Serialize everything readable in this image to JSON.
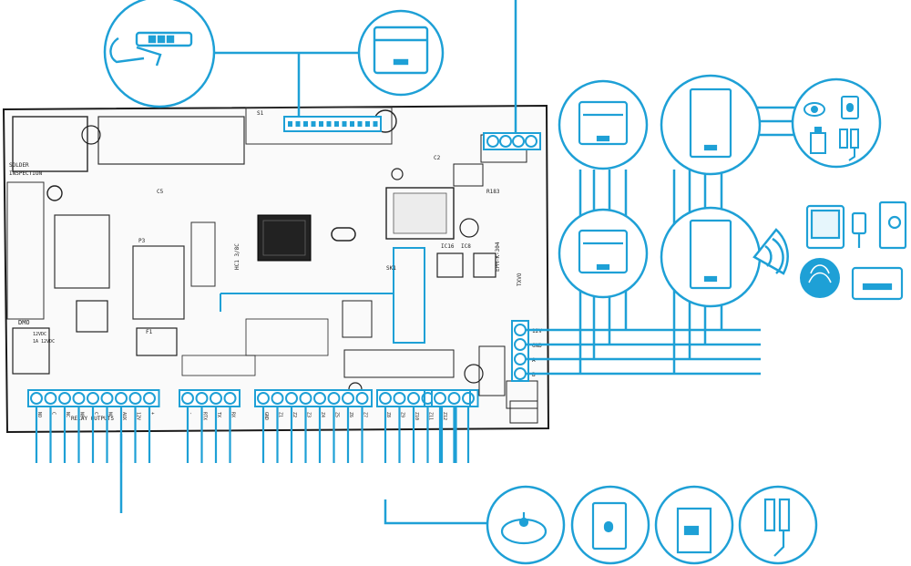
{
  "colors": {
    "accent": "#1ea0d6",
    "accent_light": "#e6f6fc",
    "board_ink": "#1a1a1a"
  },
  "board": {
    "silkscreen": {
      "solder": "SOLDER",
      "inspection": "INSPECTION",
      "c5": "C5",
      "s1": "S1",
      "c2": "C2",
      "r183": "R183",
      "ic16": "IC16",
      "ic8": "IC8",
      "p3": "P3",
      "sk1": "SK1",
      "dmo": "DMO",
      "spec_1": "12VDC",
      "spec_2": "1A 12VDC",
      "fuse": "F1",
      "mcu_lbl": "HC1 3/8C",
      "relay_outputs": "RELAY OUTPUTS",
      "txvo": "TXVO",
      "pwr_lbl": "EPM-K-304"
    },
    "terminal_labels": [
      "NO",
      "C",
      "NC",
      "NO",
      "C",
      "NC",
      "AUX",
      "12V",
      "+",
      "-",
      "RTX",
      "TX",
      "RX",
      "GND",
      "Z1",
      "Z2",
      "Z3",
      "Z4",
      "Z5",
      "Z6",
      "Z7",
      "Z8",
      "Z9",
      "Z10",
      "Z11",
      "Z12"
    ],
    "side_labels": [
      "12V",
      "GND",
      "A",
      "B"
    ]
  },
  "icons": {
    "callouts": [
      "tamper-switch-icon",
      "keypad-icon"
    ],
    "right_devices": [
      "keypad-icon",
      "keypad-icon",
      "reader-icon",
      "reader-icon"
    ],
    "sensor_group": [
      "smoke-detector-icon",
      "pir-motion-icon",
      "siren-icon",
      "door-contact-icon"
    ],
    "access_group": [
      "tablet-icon",
      "key-fob-icon",
      "intercom-icon",
      "fingerprint-icon",
      "card-icon"
    ],
    "bottom_sensors": [
      "smoke-detector-icon",
      "pir-motion-icon",
      "siren-icon",
      "door-contact-icon"
    ]
  }
}
